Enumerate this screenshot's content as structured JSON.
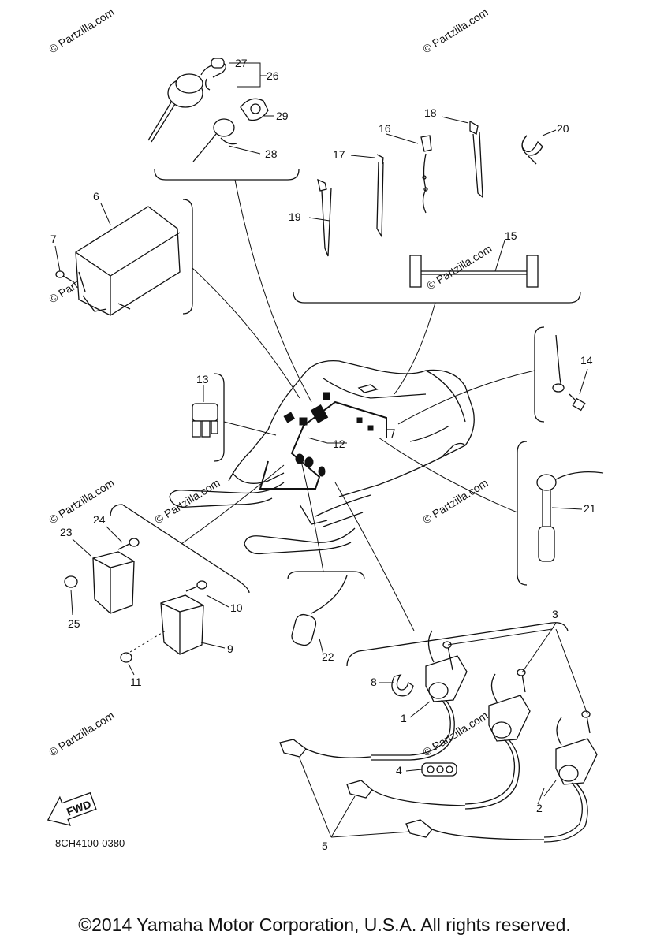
{
  "diagram": {
    "document_number": "8CH4100-0380",
    "direction_marker": "FWD",
    "copyright": "©2014  Yamaha Motor Corporation, U.S.A. All rights reserved.",
    "watermark": "© Partzilla.com",
    "callouts": [
      "1",
      "2",
      "3",
      "4",
      "5",
      "6",
      "7",
      "8",
      "9",
      "10",
      "11",
      "12",
      "13",
      "14",
      "15",
      "16",
      "17",
      "18",
      "19",
      "20",
      "21",
      "22",
      "23",
      "24",
      "25",
      "26",
      "27",
      "28",
      "29"
    ]
  }
}
